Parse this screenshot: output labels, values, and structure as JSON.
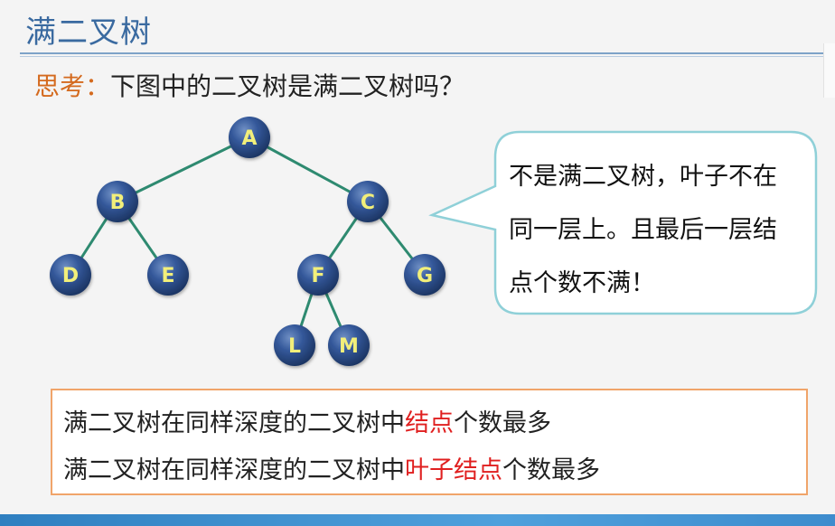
{
  "slide": {
    "title": "满二叉树",
    "question_prefix": "思考：",
    "question_text": "下图中的二叉树是满二叉树吗？"
  },
  "tree": {
    "nodes": [
      {
        "id": "A",
        "label": "A"
      },
      {
        "id": "B",
        "label": "B"
      },
      {
        "id": "C",
        "label": "C"
      },
      {
        "id": "D",
        "label": "D"
      },
      {
        "id": "E",
        "label": "E"
      },
      {
        "id": "F",
        "label": "F"
      },
      {
        "id": "G",
        "label": "G"
      },
      {
        "id": "L",
        "label": "L"
      },
      {
        "id": "M",
        "label": "M"
      }
    ],
    "edges": [
      [
        "A",
        "B"
      ],
      [
        "A",
        "C"
      ],
      [
        "B",
        "D"
      ],
      [
        "B",
        "E"
      ],
      [
        "C",
        "F"
      ],
      [
        "C",
        "G"
      ],
      [
        "F",
        "L"
      ],
      [
        "F",
        "M"
      ]
    ],
    "node_color": "#2c4f86",
    "edge_color": "#2e8a70",
    "letter_color": "#f2ef7a"
  },
  "callout": {
    "text": "不是满二叉树，叶子不在同一层上。且最后一层结点个数不满！",
    "border_color": "#8fd0d8"
  },
  "summary": {
    "line1": {
      "before": "满二叉树在同样深度的二叉树中",
      "highlight": "结点",
      "after": "个数最多"
    },
    "line2": {
      "before": "满二叉树在同样深度的二叉树中",
      "highlight": "叶子结点",
      "after": "个数最多"
    },
    "border_color": "#f0a46a",
    "highlight_color": "#e02020"
  }
}
